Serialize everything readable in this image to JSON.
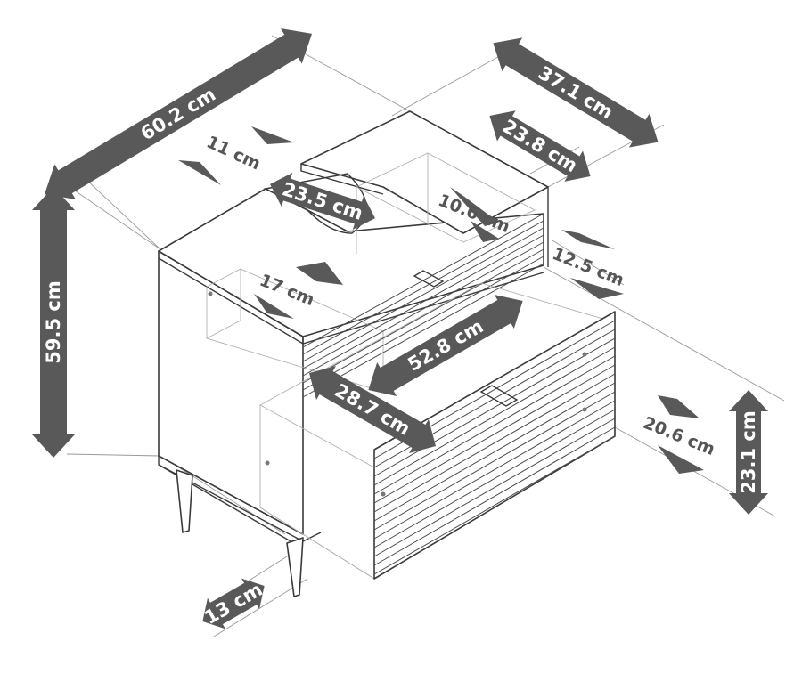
{
  "dimensions": {
    "total_width": "60.2 cm",
    "total_depth": "37.1 cm",
    "total_height": "59.5 cm",
    "basin_cutout_width": "23.5 cm",
    "basin_cutout_depth": "23.8 cm",
    "top_cutout_offset": "11 cm",
    "upper_compartment_width": "17 cm",
    "upper_compartment_height": "10.6 cm",
    "panel_height": "12.5 cm",
    "drawer_width": "52.8 cm",
    "drawer_depth": "28.7 cm",
    "drawer_inner_height": "20.6 cm",
    "drawer_front_height": "23.1 cm",
    "leg_height": "13 cm"
  },
  "colors": {
    "arrow_fill": "#595959",
    "label_text": "#ffffff",
    "outline": "#3a3a3a"
  }
}
